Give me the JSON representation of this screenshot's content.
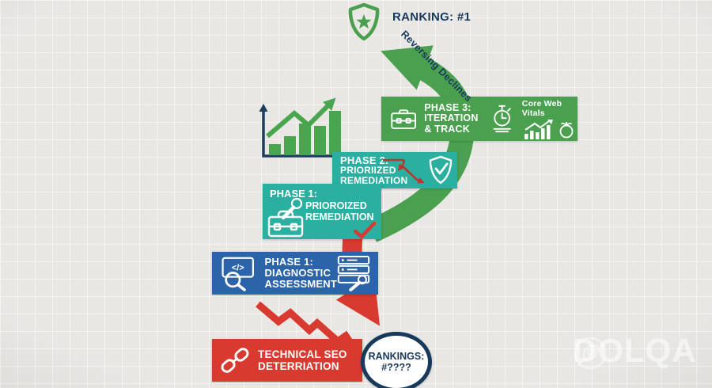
{
  "colors": {
    "green": "#4ba04f",
    "teal": "#2bafa0",
    "blue": "#2b64a8",
    "red": "#d93a30",
    "dark_red": "#b5392e",
    "navy": "#17395c",
    "background": "#e8e7e4",
    "white": "#ffffff"
  },
  "ranking_badge": {
    "label": "RANKING: #1"
  },
  "reversing_label": "Reversing Declines",
  "phase3": {
    "line1": "PHASE 3:",
    "line2": "ITERATION",
    "line3": "& TRACK",
    "core_web_vitals": "Core Web Vitals"
  },
  "phase2": {
    "line1": "PHASE 2:",
    "line2": "PRIORIIZED",
    "line3": "REMEDIATION"
  },
  "phase1_remediation": {
    "line1": "PHASE 1:",
    "line2": "PRIOROIZED",
    "line3": "REMEDIATION"
  },
  "phase1_diagnostic": {
    "line1": "PHASE 1:",
    "line2": "DIAGNOSTIC",
    "line3": "ASSESSMENT"
  },
  "technical_seo": {
    "line1": "TECHNICAL SEO",
    "line2": "DETERRIATION"
  },
  "rankings_unknown": {
    "line1": "RANKINGS:",
    "line2": "#????"
  },
  "watermark": "DOLQA",
  "icons": {
    "code_glyph": "</>"
  },
  "chart_data": {
    "type": "bar",
    "title": "decorative growth chart (no axis labels shown)",
    "values": [
      14,
      24,
      40,
      37,
      56
    ],
    "trend": "up",
    "categories": [
      "",
      "",
      "",
      "",
      ""
    ]
  }
}
